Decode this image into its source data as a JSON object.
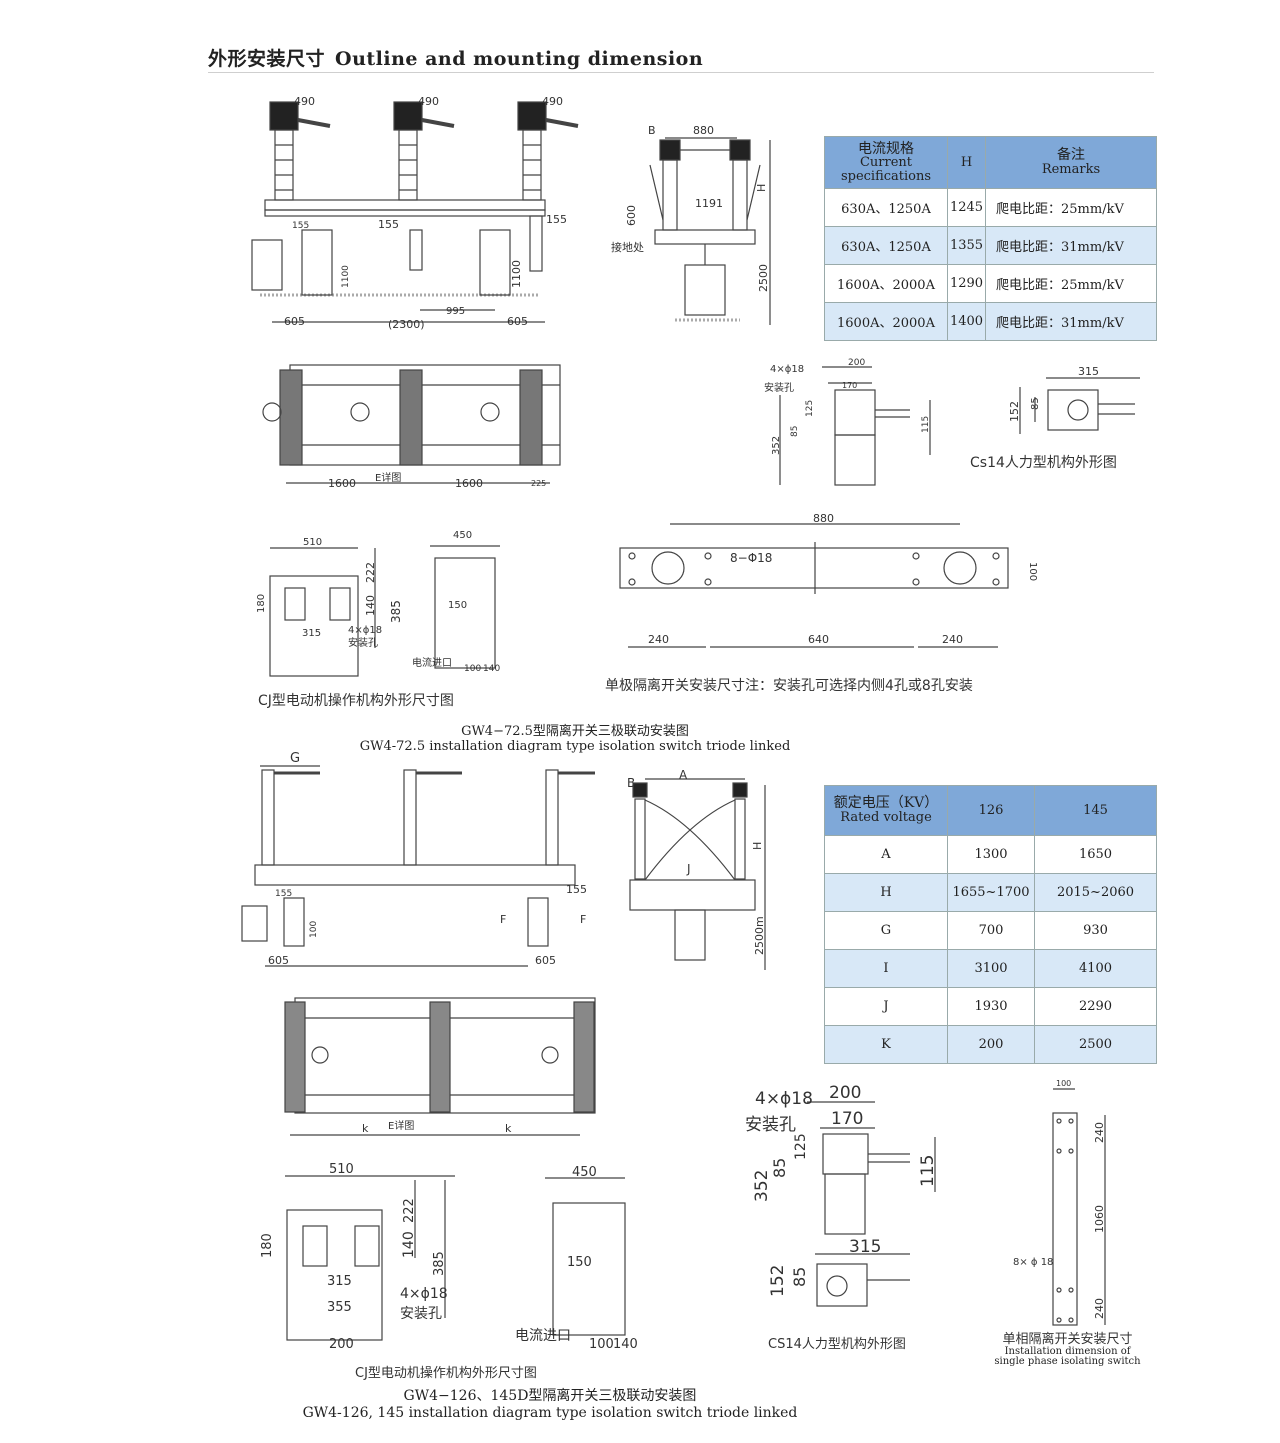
{
  "header": {
    "title_cn": "外形安装尺寸",
    "title_en": "Outline and mounting dimension"
  },
  "table1": {
    "headers": {
      "c1_cn": "电流规格",
      "c1_en1": "Current",
      "c1_en2": "specifications",
      "c2": "H",
      "c3_cn": "备注",
      "c3_en": "Remarks"
    },
    "rows": [
      {
        "spec": "630A、1250A",
        "h": "1245",
        "remark": "爬电比距：25mm/kV"
      },
      {
        "spec": "630A、1250A",
        "h": "1355",
        "remark": "爬电比距：31mm/kV"
      },
      {
        "spec": "1600A、2000A",
        "h": "1290",
        "remark": "爬电比距：25mm/kV"
      },
      {
        "spec": "1600A、2000A",
        "h": "1400",
        "remark": "爬电比距：31mm/kV"
      }
    ]
  },
  "table2": {
    "headers": {
      "c1_cn": "额定电压（KV）",
      "c1_en": "Rated voltage",
      "c2": "126",
      "c3": "145"
    },
    "rows": [
      {
        "k": "A",
        "v126": "1300",
        "v145": "1650"
      },
      {
        "k": "H",
        "v126": "1655~1700",
        "v145": "2015~2060"
      },
      {
        "k": "G",
        "v126": "700",
        "v145": "930"
      },
      {
        "k": "I",
        "v126": "3100",
        "v145": "4100"
      },
      {
        "k": "J",
        "v126": "1930",
        "v145": "2290"
      },
      {
        "k": "K",
        "v126": "200",
        "v145": "2500"
      }
    ]
  },
  "d1": {
    "d490": "490",
    "d155a": "155",
    "d155b": "155",
    "d155c": "155",
    "d1100a": "1100",
    "d1100b": "1100",
    "d605a": "605",
    "d2300": "(2300)",
    "d995": "995",
    "d605b": "605"
  },
  "d2": {
    "b": "B",
    "d880": "880",
    "d1191": "1191",
    "d600": "600",
    "ground": "接地处",
    "dH": "H",
    "d2500": "2500"
  },
  "d3": {
    "d1600a": "1600",
    "e": "E详图",
    "d1600b": "1600",
    "d225": "225"
  },
  "d4": {
    "holes": "4×ϕ18",
    "hole_cn": "安装孔",
    "d200": "200",
    "d170": "170",
    "d125": "125",
    "d85": "85",
    "d352": "352",
    "d115": "115"
  },
  "d5": {
    "d315": "315",
    "d85": "85",
    "d152": "152",
    "caption": "Cs14人力型机构外形图"
  },
  "d6": {
    "d510": "510",
    "d222": "222",
    "d140": "140",
    "d385": "385",
    "d180": "180",
    "d315": "315",
    "holes": "4×ϕ18",
    "hole_cn": "安装孔",
    "d450": "450",
    "d150": "150",
    "inlet": "电流进口",
    "d100": "100",
    "d140b": "140",
    "caption": "CJ型电动机操作机构外形尺寸图"
  },
  "d7": {
    "d880": "880",
    "holes": "8−Φ18",
    "d100": "100",
    "d240a": "240",
    "d640": "640",
    "d240b": "240",
    "note": "单极隔离开关安装尺寸注：安装孔可选择内侧4孔或8孔安装"
  },
  "cap1": {
    "cn": "GW4−72.5型隔离开关三极联动安装图",
    "en": "GW4-72.5 installation diagram type isolation switch triode linked"
  },
  "d8": {
    "g": "G",
    "d155a": "155",
    "d155b": "155",
    "f1": "F",
    "f2": "F",
    "d100": "100",
    "d605a": "605",
    "d605b": "605"
  },
  "d9": {
    "b": "B",
    "a": "A",
    "j": "J",
    "h": "H",
    "d2500m": "2500m"
  },
  "d10": {
    "k1": "k",
    "e": "E详图",
    "k2": "k"
  },
  "d11": {
    "holes": "4×ϕ18",
    "hole_cn": "安装孔",
    "d200": "200",
    "d170": "170",
    "d125": "125",
    "d85": "85",
    "d352": "352",
    "d115": "115",
    "d315": "315",
    "d85b": "85",
    "d152": "152",
    "caption": "CS14人力型机构外形图"
  },
  "d12": {
    "d510": "510",
    "d222": "222",
    "d140": "140",
    "d385": "385",
    "d180": "180",
    "d315": "315",
    "d355": "355",
    "d200": "200",
    "holes": "4×ϕ18",
    "hole_cn": "安装孔",
    "d450": "450",
    "d150": "150",
    "inlet": "电流进口",
    "d100": "100",
    "d140b": "140",
    "caption": "CJ型电动机操作机构外形尺寸图"
  },
  "d13": {
    "d100": "100",
    "d240a": "240",
    "d1060": "1060",
    "holes": "8× ϕ 18",
    "d240b": "240",
    "cap_cn": "单相隔离开关安装尺寸",
    "cap_en1": "Installation dimension of",
    "cap_en2": "single phase isolating switch"
  },
  "cap2": {
    "cn": "GW4−126、145D型隔离开关三极联动安装图",
    "en": "GW4-126, 145 installation diagram type isolation switch triode linked"
  }
}
